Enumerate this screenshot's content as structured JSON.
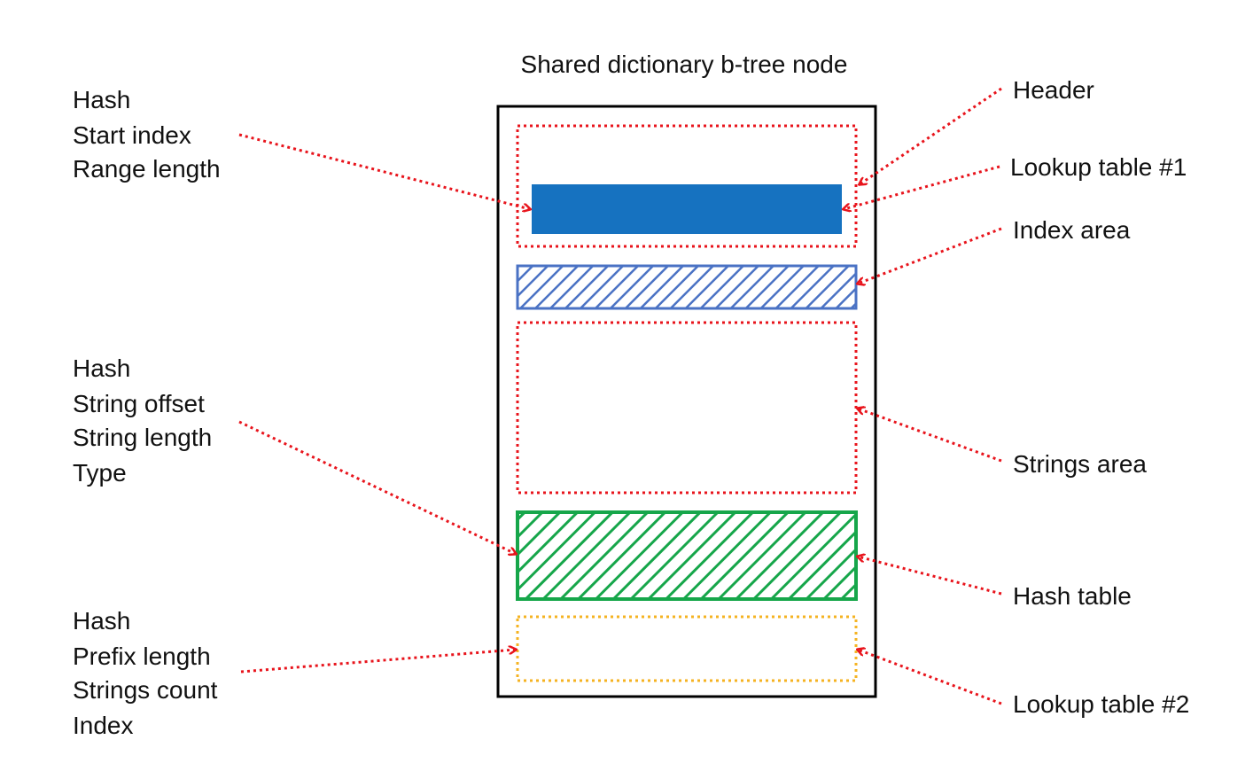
{
  "title": "Shared dictionary b-tree node",
  "labels": {
    "header": "Header",
    "lookup_table_1": "Lookup table #1",
    "index_area": "Index area",
    "strings_area": "Strings area",
    "hash_table": "Hash table",
    "lookup_table_2": "Lookup table #2"
  },
  "field_groups": {
    "lookup_entry": [
      "Hash",
      "Start index",
      "Range length"
    ],
    "hash_entry": [
      "Hash",
      "String offset",
      "String length",
      "Type"
    ],
    "lookup2_entry": [
      "Hash",
      "Prefix length",
      "Strings count",
      "Index"
    ]
  },
  "colors": {
    "arrow": "#e8141c",
    "lookup_fill": "#1672c0",
    "index_hatch": "#4a72c4",
    "hash_hatch": "#16a64a",
    "lookup2_border": "#f5b322",
    "node_border": "#000000"
  }
}
